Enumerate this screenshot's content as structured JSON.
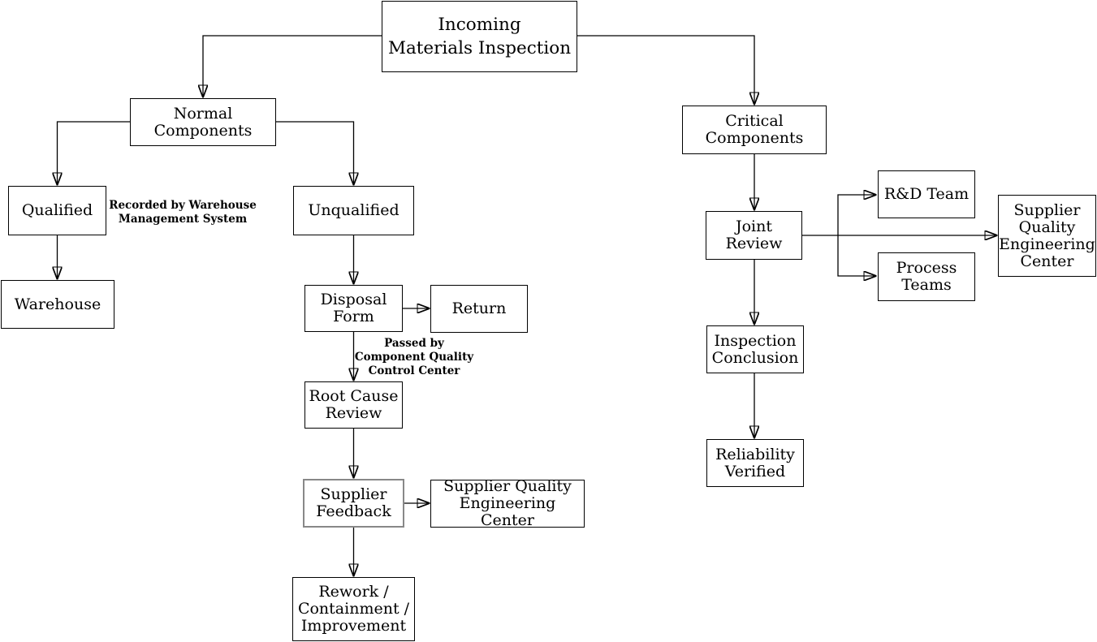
{
  "diagram": {
    "title": "Incoming Materials Inspection",
    "type": "flowchart",
    "colors": {
      "background": "#ffffff",
      "line": "#000000",
      "box_border": "#000000",
      "box_fill": "#ffffff",
      "text": "#000000",
      "feedback_box_border": "#888888"
    },
    "nodes": {
      "incoming": {
        "label": "Incoming\nMaterials Inspection"
      },
      "normal_components": {
        "label": "Normal Components"
      },
      "critical_components": {
        "label": "Critical Components"
      },
      "qualified": {
        "label": "Qualified"
      },
      "unqualified": {
        "label": "Unqualified"
      },
      "warehouse": {
        "label": "Warehouse"
      },
      "disposal_form": {
        "label": "Disposal\nForm"
      },
      "return": {
        "label": "Return"
      },
      "root_cause_review": {
        "label": "Root Cause\nReview"
      },
      "supplier_feedback": {
        "label": "Supplier\nFeedback"
      },
      "sqec_left": {
        "label": "Supplier Quality\nEngineering Center"
      },
      "rework": {
        "label": "Rework /\nContainment /\nImprovement"
      },
      "joint_review": {
        "label": "Joint Review"
      },
      "rd_team": {
        "label": "R&D Team"
      },
      "process_teams": {
        "label": "Process\nTeams"
      },
      "sqec_right": {
        "label": "Supplier\nQuality\nEngineering\nCenter"
      },
      "inspection_conclusion": {
        "label": "Inspection\nConclusion"
      },
      "reliability_verified": {
        "label": "Reliability\nVerified"
      }
    },
    "annotations": {
      "recorded_by": "Recorded by Warehouse\nManagement System",
      "passed_by": "Passed by\nComponent Quality\nControl Center"
    },
    "edges": [
      "incoming -> normal_components",
      "incoming -> critical_components",
      "normal_components -> qualified",
      "normal_components -> unqualified",
      "qualified -> warehouse",
      "unqualified -> disposal_form",
      "disposal_form -> return",
      "disposal_form -> root_cause_review",
      "root_cause_review -> supplier_feedback",
      "supplier_feedback -> sqec_left",
      "supplier_feedback -> rework",
      "critical_components -> joint_review",
      "joint_review -> rd_team",
      "joint_review -> process_teams",
      "joint_review -> sqec_right",
      "joint_review -> inspection_conclusion",
      "inspection_conclusion -> reliability_verified"
    ]
  }
}
